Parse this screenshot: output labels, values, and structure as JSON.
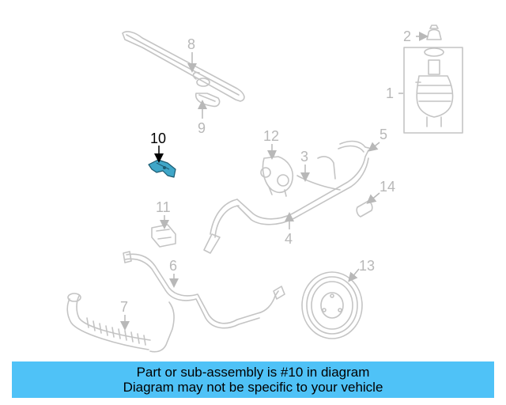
{
  "diagram": {
    "callouts": [
      "1",
      "2",
      "3",
      "4",
      "5",
      "6",
      "7",
      "8",
      "9",
      "10",
      "11",
      "12",
      "13",
      "14"
    ],
    "highlighted_part": "10",
    "highlight_color": "#3fa6c8"
  },
  "banner": {
    "line1": "Part or sub-assembly is #10 in diagram",
    "line2": "Diagram may not be specific to your vehicle",
    "background": "#4fc2f7"
  }
}
